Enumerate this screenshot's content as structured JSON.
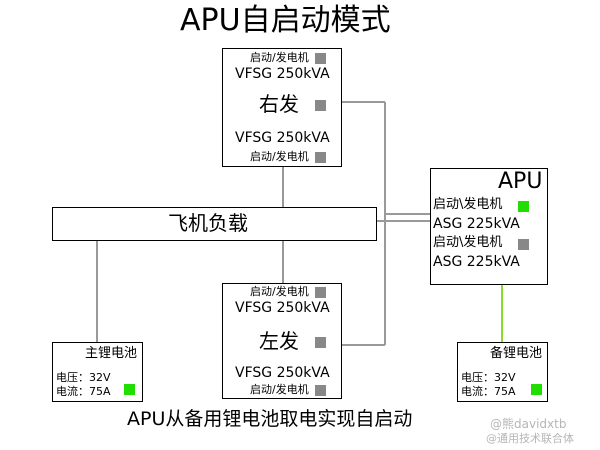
{
  "title": "APU自启动模式",
  "subtitle": "APU从备用锂电池取电实现自启动",
  "colors": {
    "line": "#999999",
    "green_line": "#88dd22",
    "indicator_gray": "#888888",
    "indicator_green": "#22dd00"
  },
  "right_gen": {
    "top_mode": "启动/发电机",
    "top_rating": "VFSG 250kVA",
    "name": "右发",
    "bottom_rating": "VFSG 250kVA",
    "bottom_mode": "启动/发电机"
  },
  "left_gen": {
    "top_mode": "启动/发电机",
    "top_rating": "VFSG 250kVA",
    "name": "左发",
    "bottom_rating": "VFSG 250kVA",
    "bottom_mode": "启动/发电机"
  },
  "load": {
    "label": "飞机负载"
  },
  "apu": {
    "title": "APU",
    "mode1": "启动\\发电机",
    "rating1": "ASG 225kVA",
    "mode2": "启动\\发电机",
    "rating2": "ASG 225kVA"
  },
  "main_battery": {
    "title": "主锂电池",
    "voltage": "电压：32V",
    "current": "电流：75A"
  },
  "backup_battery": {
    "title": "备锂电池",
    "voltage": "电压：32V",
    "current": "电流：75A"
  },
  "watermark": {
    "line1": "@熊davidxtb",
    "line2": "@通用技术联合体"
  }
}
